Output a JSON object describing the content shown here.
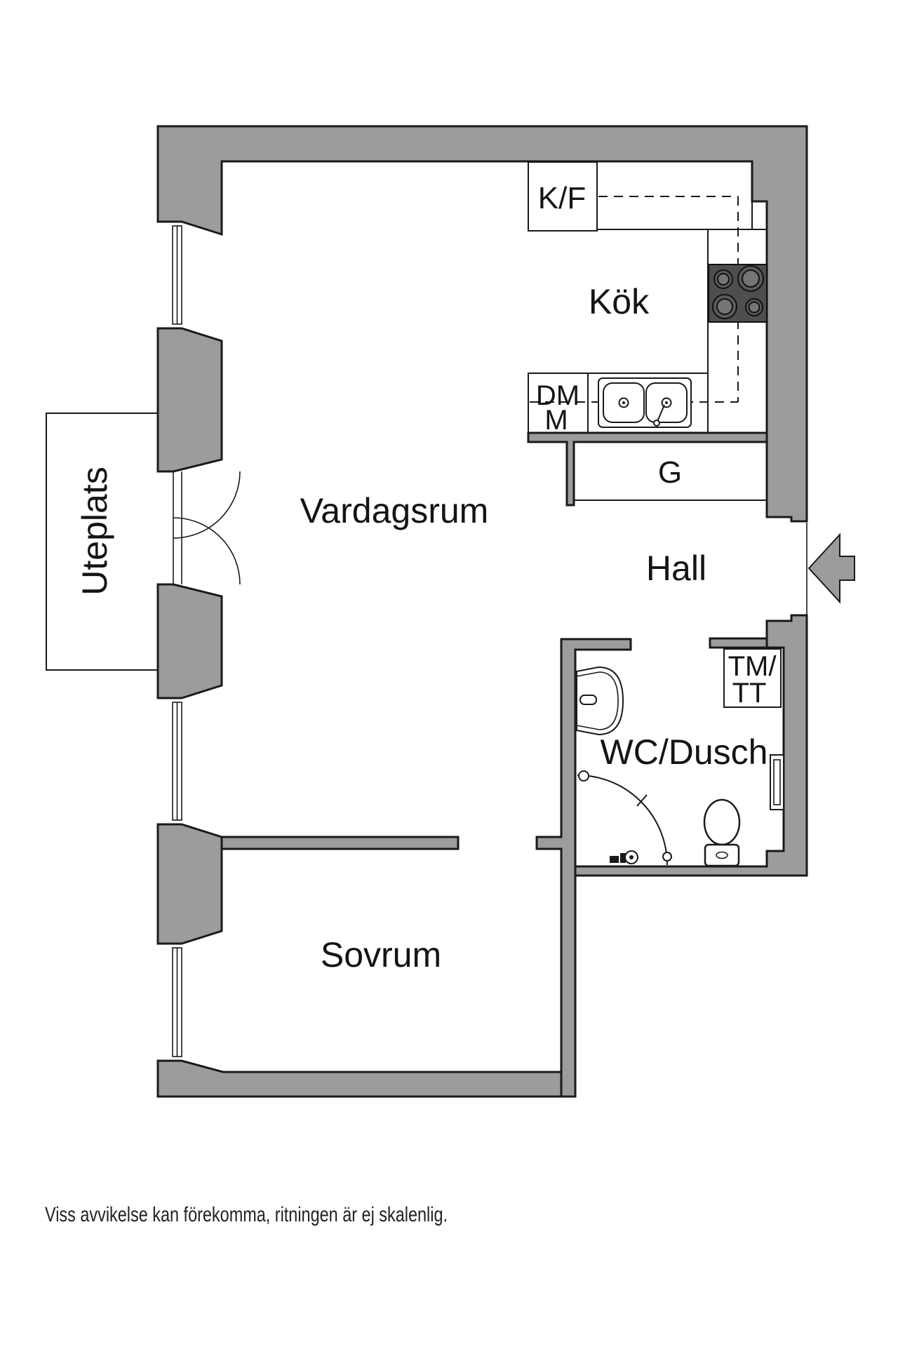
{
  "plan": {
    "rooms": {
      "kitchen": "Kök",
      "living_room": "Vardagsrum",
      "hall": "Hall",
      "patio": "Uteplats",
      "bathroom": "WC/Dusch",
      "bedroom": "Sovrum"
    },
    "fixtures": {
      "fridge_freezer": "K/F",
      "dishwasher": "DM",
      "microwave": "M",
      "wardrobe": "G",
      "washing_machine": "TM/",
      "tumble_dryer": "TT"
    },
    "disclaimer": "Viss avvikelse kan förekomma, ritningen är ej skalenlig.",
    "colors": {
      "wall_fill": "#9b9c9e",
      "stove_fill": "#4d4e50",
      "outline": "#1a1a1a",
      "background": "#ffffff"
    }
  }
}
